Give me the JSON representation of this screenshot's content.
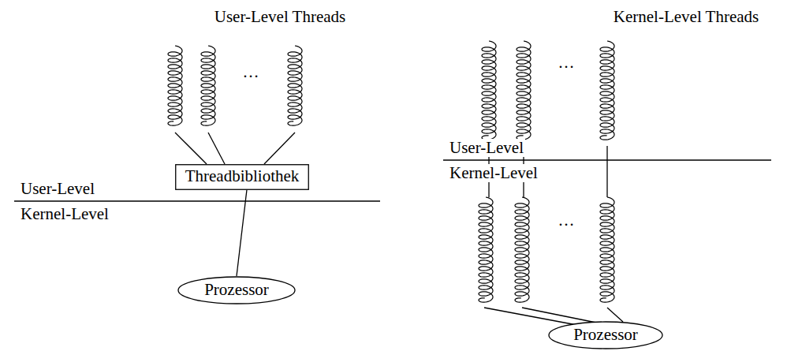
{
  "diagram": {
    "nodes": [
      {
        "text": [
          "Threadbibliothek"
        ]
      },
      {
        "text": [
          "Prozessor"
        ]
      },
      {
        "text": [
          "Prozessor"
        ]
      }
    ],
    "edges": [
      {
        "from": 0,
        "to": 1,
        "arrow": "none"
      }
    ],
    "labels": [
      "User-Level Threads",
      "Kernel-Level Threads",
      "User-Level",
      "Kernel-Level",
      "…",
      "User-Level",
      "Kernel-Level",
      "…",
      "…"
    ]
  }
}
